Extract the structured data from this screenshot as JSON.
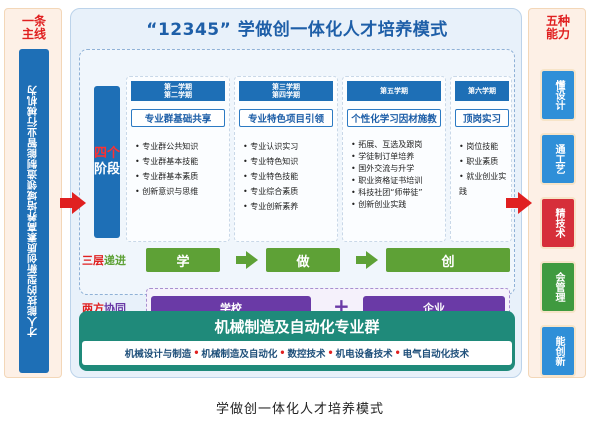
{
  "main_line": {
    "title_line1": "一条",
    "title_line2": "主线",
    "text": "才人能技的型新创质素高养培域领造制能智业行械机为"
  },
  "abilities": {
    "title_line1": "五种",
    "title_line2": "能力",
    "items": [
      {
        "label": "懂设计",
        "color": "#2f8fd8"
      },
      {
        "label": "通工艺",
        "color": "#2f8fd8"
      },
      {
        "label": "精技术",
        "color": "#d62f3a"
      },
      {
        "label": "会管理",
        "color": "#3f9a3f"
      },
      {
        "label": "能创新",
        "color": "#2f8fd8"
      }
    ]
  },
  "title": "“12345” 学做创一体化人才培养模式",
  "stage": {
    "top": "四个",
    "bottom": "阶段"
  },
  "semesters": [
    {
      "head_line1": "第一学期",
      "head_line2": "第二学期",
      "theme": "专业群基础共享",
      "items": [
        "专业群公共知识",
        "专业群基本技能",
        "专业群基本素质",
        "创新意识与思维"
      ]
    },
    {
      "head_line1": "第三学期",
      "head_line2": "第四学期",
      "theme": "专业特色项目引领",
      "items": [
        "专业认识实习",
        "专业特色知识",
        "专业特色技能",
        "专业综合素质",
        "专业创新素养"
      ]
    },
    {
      "head_line1": "第五学期",
      "head_line2": "",
      "theme": "个性化学习因材施教",
      "items": [
        "拓展、互选及跟岗",
        "学徒制订单培养",
        "国外交流与升学",
        "职业资格证书培训",
        "科技社团“师带徒”",
        "创新创业实践"
      ]
    },
    {
      "head_line1": "第六学期",
      "head_line2": "",
      "theme": "顶岗实习",
      "items": [
        "岗位技能",
        "职业素质",
        "就业创业实践"
      ]
    }
  ],
  "three_layer": {
    "label_red": "三层",
    "label_green": "递进",
    "steps": [
      "学",
      "做",
      "创"
    ]
  },
  "two_party": {
    "label_red": "两方",
    "label_purple": "协同",
    "left": "学校",
    "plus": "+",
    "right": "企业"
  },
  "major_group": {
    "title": "机械制造及自动化专业群",
    "majors": [
      "机械设计与制造",
      "机械制造及自动化",
      "数控技术",
      "机电设备技术",
      "电气自动化技术"
    ]
  },
  "caption": "学做创一体化人才培养模式"
}
